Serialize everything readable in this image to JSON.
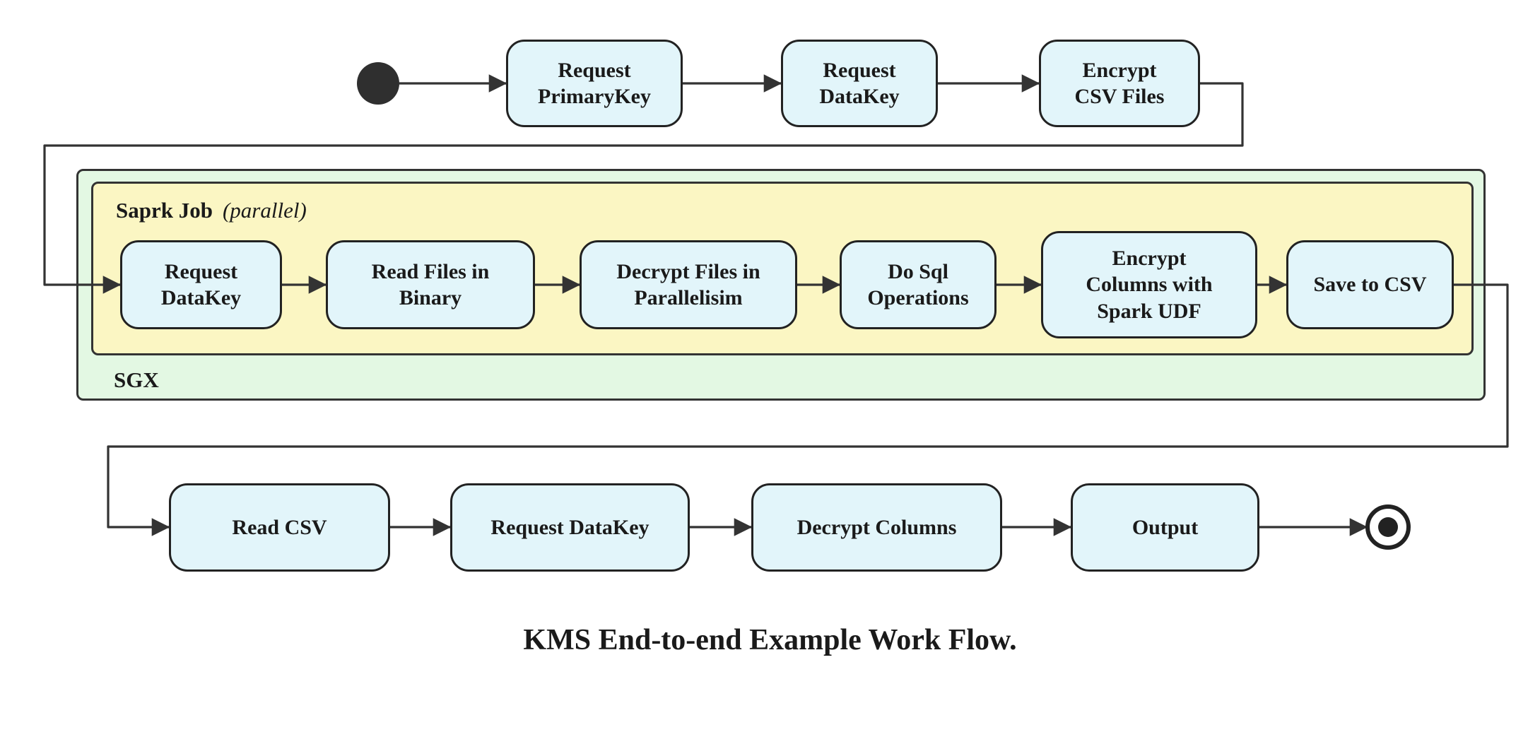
{
  "title": "KMS End-to-end Example Work Flow.",
  "colors": {
    "node_fill": "#E2F5FA",
    "node_border": "#222222",
    "sgx_fill": "#E3F8E3",
    "spark_fill": "#FBF6C3",
    "arrow": "#333333"
  },
  "containers": {
    "sgx": {
      "label": "SGX"
    },
    "spark_job": {
      "label": "Saprk Job",
      "mode": "(parallel)"
    }
  },
  "nodes": {
    "request_primarykey": "Request\nPrimaryKey",
    "request_datakey_top": "Request\nDataKey",
    "encrypt_csv_files": "Encrypt\nCSV Files",
    "request_datakey_sgx": "Request\nDataKey",
    "read_files_binary": "Read Files in\nBinary",
    "decrypt_files_parallel": "Decrypt Files in\nParallelisim",
    "do_sql_operations": "Do Sql\nOperations",
    "encrypt_columns_udf": "Encrypt\nColumns with\nSpark UDF",
    "save_to_csv": "Save to CSV",
    "read_csv": "Read CSV",
    "request_datakey_client": "Request DataKey",
    "decrypt_columns": "Decrypt Columns",
    "output": "Output"
  }
}
